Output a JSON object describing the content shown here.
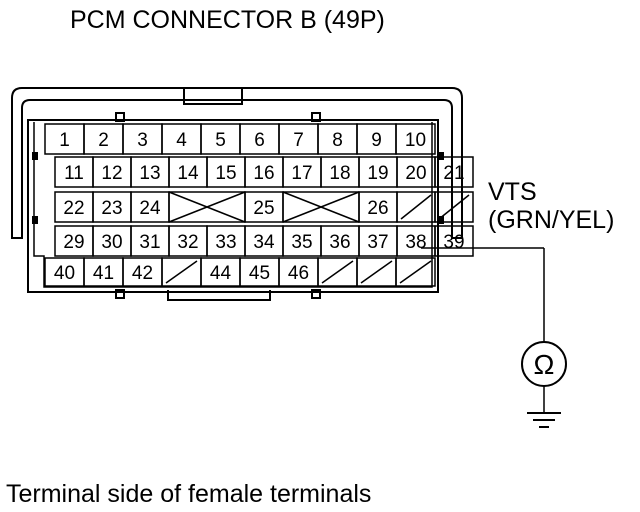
{
  "title": "PCM CONNECTOR B (49P)",
  "caption": "Terminal side of female terminals",
  "probe": {
    "signal": "VTS",
    "wire_color": "(GRN/YEL)"
  },
  "meter_symbol": "Ω",
  "rows": [
    [
      "1",
      "2",
      "3",
      "4",
      "5",
      "6",
      "7",
      "8",
      "9",
      "10"
    ],
    [
      "11",
      "12",
      "13",
      "14",
      "15",
      "16",
      "17",
      "18",
      "19",
      "20",
      "21"
    ],
    [
      "22",
      "23",
      "24",
      "",
      "",
      "25",
      "",
      "",
      "26",
      "",
      ""
    ],
    [
      "29",
      "30",
      "31",
      "32",
      "33",
      "34",
      "35",
      "36",
      "37",
      "38",
      "39"
    ],
    [
      "40",
      "41",
      "42",
      "",
      "44",
      "45",
      "46",
      "",
      "",
      ""
    ]
  ]
}
